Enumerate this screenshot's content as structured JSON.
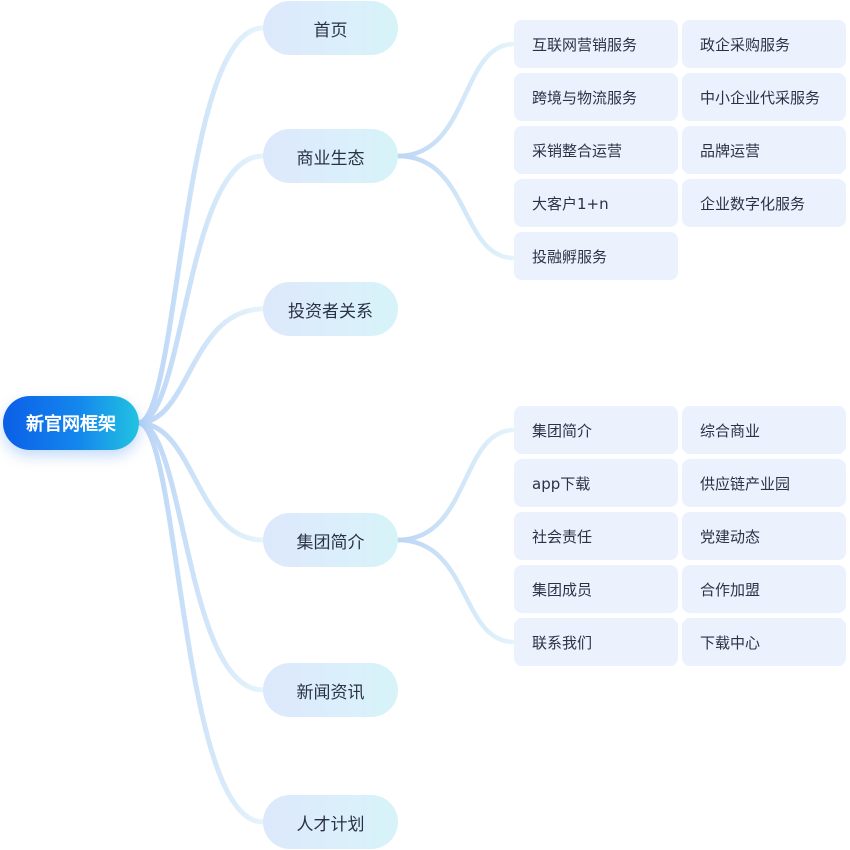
{
  "root": {
    "label": "新官网框架"
  },
  "branches": [
    {
      "label": "首页",
      "children": []
    },
    {
      "label": "商业生态",
      "children": [
        "互联网营销服务",
        "政企采购服务",
        "跨境与物流服务",
        "中小企业代采服务",
        "采销整合运营",
        "品牌运营",
        "大客户1+n",
        "企业数字化服务",
        "投融孵服务"
      ]
    },
    {
      "label": "投资者关系",
      "children": []
    },
    {
      "label": "集团简介",
      "children": [
        "集团简介",
        "综合商业",
        "app下载",
        "供应链产业园",
        "社会责任",
        "党建动态",
        "集团成员",
        "合作加盟",
        "联系我们",
        "下载中心"
      ]
    },
    {
      "label": "新闻资讯",
      "children": []
    },
    {
      "label": "人才计划",
      "children": []
    }
  ],
  "colors": {
    "root_gradient": [
      "#0b5fe6",
      "#22c3e0"
    ],
    "node_bg": "#dce8fb",
    "leaf_bg": "#ebf1fd",
    "text": "#2a3246",
    "connector": "#c9ddf7"
  }
}
